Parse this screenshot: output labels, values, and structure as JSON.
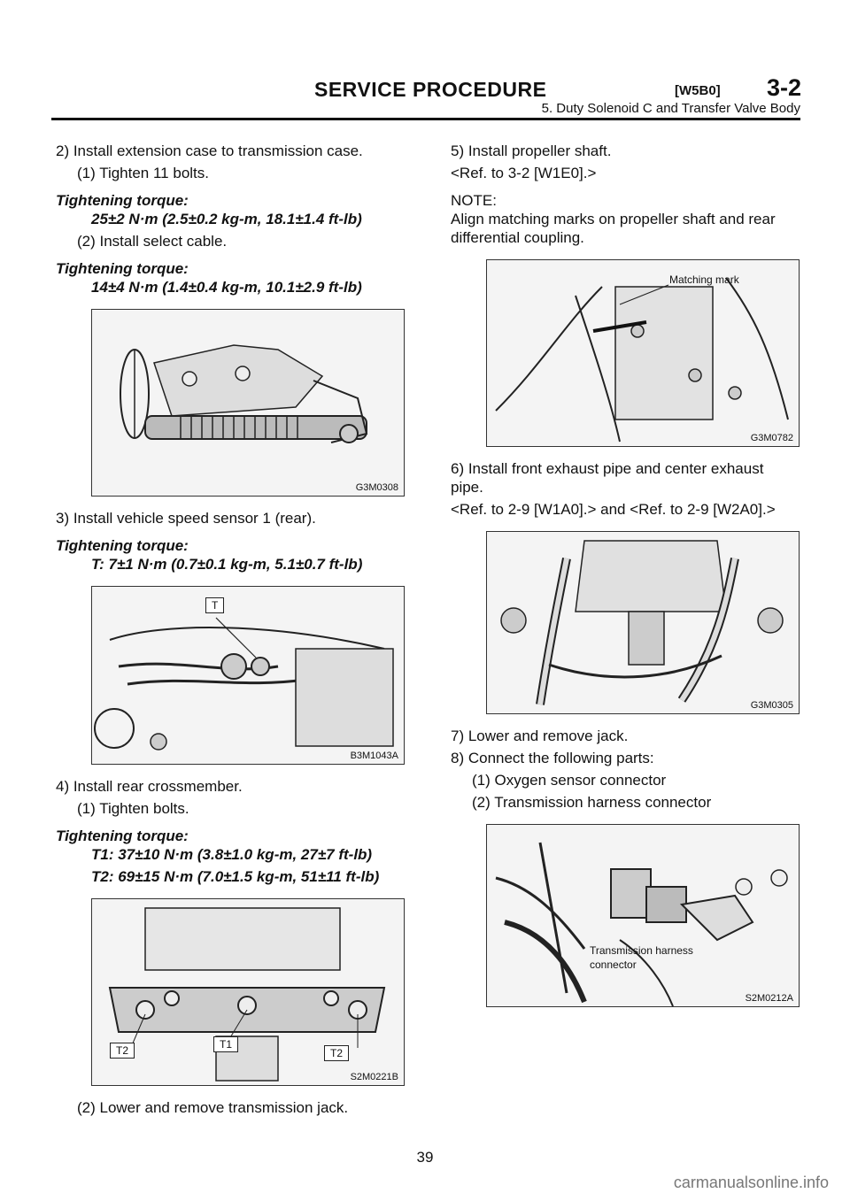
{
  "header": {
    "title": "SERVICE PROCEDURE",
    "code": "[W5B0]",
    "section": "3-2",
    "subtitle": "5. Duty Solenoid C and Transfer Valve Body"
  },
  "left": {
    "step2": "2) Install extension case to transmission case.",
    "step2_1": "(1) Tighten 11 bolts.",
    "torque_label": "Tightening torque:",
    "torque_a": "25±2 N·m (2.5±0.2 kg-m, 18.1±1.4 ft-lb)",
    "step2_2": "(2) Install select cable.",
    "torque_b": "14±4 N·m (1.4±0.4 kg-m, 10.1±2.9 ft-lb)",
    "fig1_code": "G3M0308",
    "step3": "3) Install vehicle speed sensor 1 (rear).",
    "torque_c": "T: 7±1 N·m (0.7±0.1 kg-m, 5.1±0.7 ft-lb)",
    "fig2_code": "B3M1043A",
    "fig2_label": "T",
    "step4": "4) Install rear crossmember.",
    "step4_1": "(1) Tighten bolts.",
    "torque_d1": "T1: 37±10 N·m (3.8±1.0 kg-m, 27±7 ft-lb)",
    "torque_d2": "T2: 69±15 N·m (7.0±1.5 kg-m, 51±11 ft-lb)",
    "fig3_code": "S2M0221B",
    "fig3_t1": "T1",
    "fig3_t2a": "T2",
    "fig3_t2b": "T2",
    "step4_2": "(2) Lower and remove transmission jack."
  },
  "right": {
    "step5": "5) Install propeller shaft.",
    "step5_ref": "<Ref. to 3-2 [W1E0].>",
    "note_label": "NOTE:",
    "note_text": "Align matching marks on propeller shaft and rear differential coupling.",
    "fig4_code": "G3M0782",
    "fig4_label": "Matching mark",
    "step6": "6) Install front exhaust pipe and center exhaust pipe.",
    "step6_ref": "<Ref. to 2-9 [W1A0].> and <Ref. to 2-9 [W2A0].>",
    "fig5_code": "G3M0305",
    "step7": "7) Lower and remove jack.",
    "step8": "8) Connect the following parts:",
    "step8_1": "(1) Oxygen sensor connector",
    "step8_2": "(2) Transmission harness connector",
    "fig6_code": "S2M0212A",
    "fig6_label1": "Transmission harness",
    "fig6_label2": "connector"
  },
  "page_number": "39",
  "footer": "carmanualsonline.info"
}
